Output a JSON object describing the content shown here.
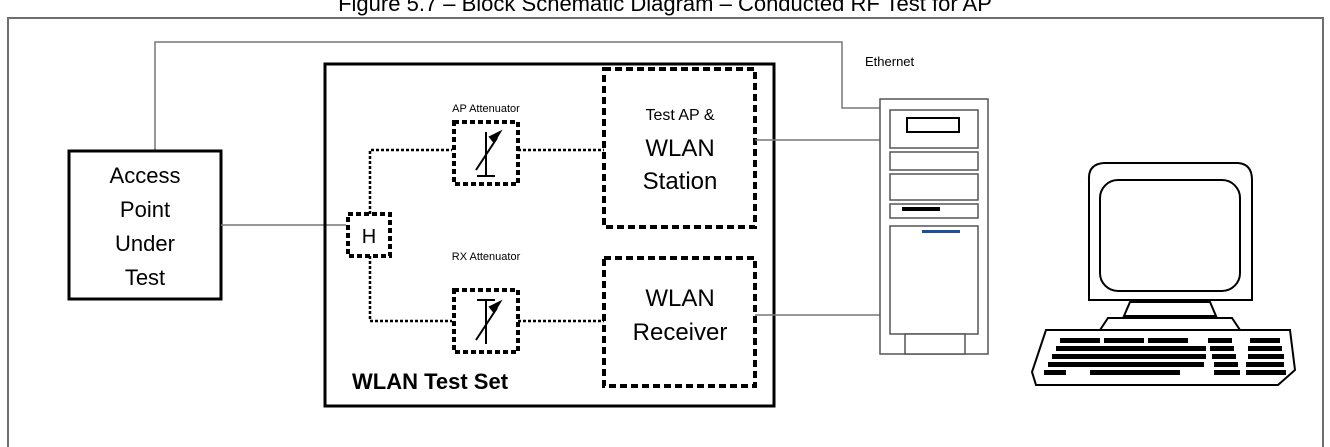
{
  "caption": "Figure 5.7 – Block Schematic Diagram – Conducted RF Test for AP",
  "labels": {
    "dut_line1": "Access",
    "dut_line2": "Point",
    "dut_line3": "Under",
    "dut_line4": "Test",
    "hybrid": "H",
    "ap_attenuator": "AP Attenuator",
    "rx_attenuator": "RX Attenuator",
    "station_line1": "Test AP &",
    "station_line2": "WLAN",
    "station_line3": "Station",
    "receiver_line1": "WLAN",
    "receiver_line2": "Receiver",
    "test_set": "WLAN Test Set",
    "ethernet": "Ethernet"
  }
}
